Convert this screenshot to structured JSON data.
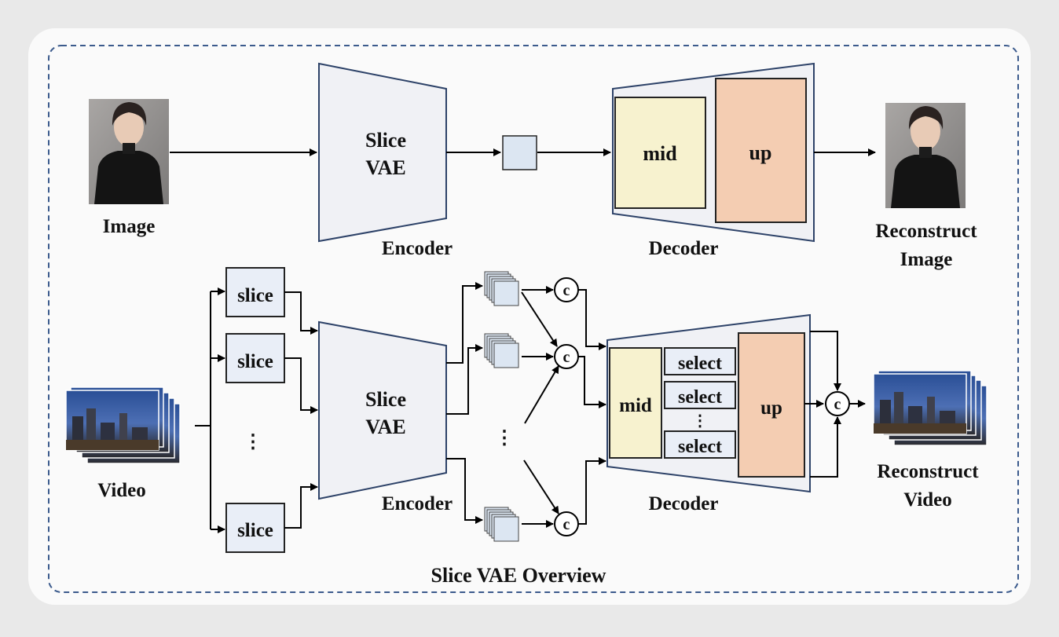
{
  "title": "Slice VAE Overview",
  "image_row": {
    "input_label": "Image",
    "encoder_text_1": "Slice",
    "encoder_text_2": "VAE",
    "encoder_label": "Encoder",
    "decoder_mid": "mid",
    "decoder_up": "up",
    "decoder_label": "Decoder",
    "output_label_1": "Reconstruct",
    "output_label_2": "Image"
  },
  "video_row": {
    "input_label": "Video",
    "slice_label": "slice",
    "ellipsis": "⋮",
    "encoder_text_1": "Slice",
    "encoder_text_2": "VAE",
    "encoder_label": "Encoder",
    "concat_symbol": "c",
    "decoder_mid": "mid",
    "decoder_select": "select",
    "decoder_up": "up",
    "decoder_label": "Decoder",
    "output_label_1": "Reconstruct",
    "output_label_2": "Video"
  },
  "colors": {
    "background": "#fafafa",
    "border_dashed": "#3b5a8c",
    "encoder_fill": "#f0f1f5",
    "latent_fill": "#dce6f2",
    "mid_fill": "#f7f2cf",
    "up_fill": "#f4cdb2",
    "slice_fill": "#e9eef7"
  }
}
